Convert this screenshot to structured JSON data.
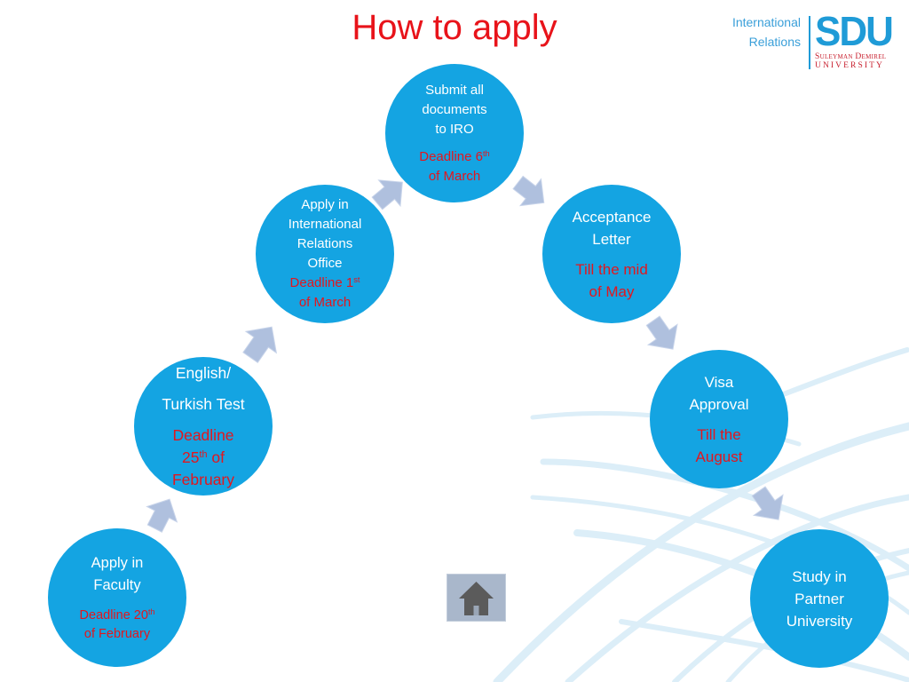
{
  "title": "How to apply",
  "header": {
    "dept_line1": "International",
    "dept_line2": "Relations",
    "logo_text": "SDU",
    "logo_sub1": "Suleyman Demirel",
    "logo_sub2": "UNIVERSITY"
  },
  "steps": [
    {
      "label": [
        "Apply in",
        "Faculty"
      ],
      "deadline": [
        {
          "pre": "Deadline 20",
          "sup": "th"
        },
        {
          "pre": "of February"
        }
      ]
    },
    {
      "label": [
        "English/",
        "Turkish Test"
      ],
      "deadline": [
        {
          "pre": "Deadline"
        },
        {
          "pre": "25",
          "sup": "th",
          "post": " of"
        },
        {
          "pre": "February"
        }
      ]
    },
    {
      "label": [
        "Apply in",
        "International",
        "Relations",
        "Office"
      ],
      "deadline": [
        {
          "pre": "Deadline 1",
          "sup": "st"
        },
        {
          "pre": "of March"
        }
      ]
    },
    {
      "label": [
        "Submit all",
        "documents",
        "to IRO"
      ],
      "deadline": [
        {
          "pre": "Deadline 6",
          "sup": "th"
        },
        {
          "pre": "of March"
        }
      ]
    },
    {
      "label": [
        "Acceptance",
        "Letter"
      ],
      "deadline": [
        {
          "pre": "Till the mid"
        },
        {
          "pre": "of May"
        }
      ]
    },
    {
      "label": [
        "Visa",
        "Approval"
      ],
      "deadline": [
        {
          "pre": "Till the"
        },
        {
          "pre": "August"
        }
      ]
    },
    {
      "label": [
        "Study in",
        "Partner",
        "University"
      ]
    }
  ],
  "home_button": {
    "icon": "home-icon"
  },
  "colors": {
    "circle": "#14A4E2",
    "deadline": "#E3161E",
    "title": "#E8131A",
    "arrow": "#AFC0DE",
    "accent": "#1F9BD7"
  }
}
